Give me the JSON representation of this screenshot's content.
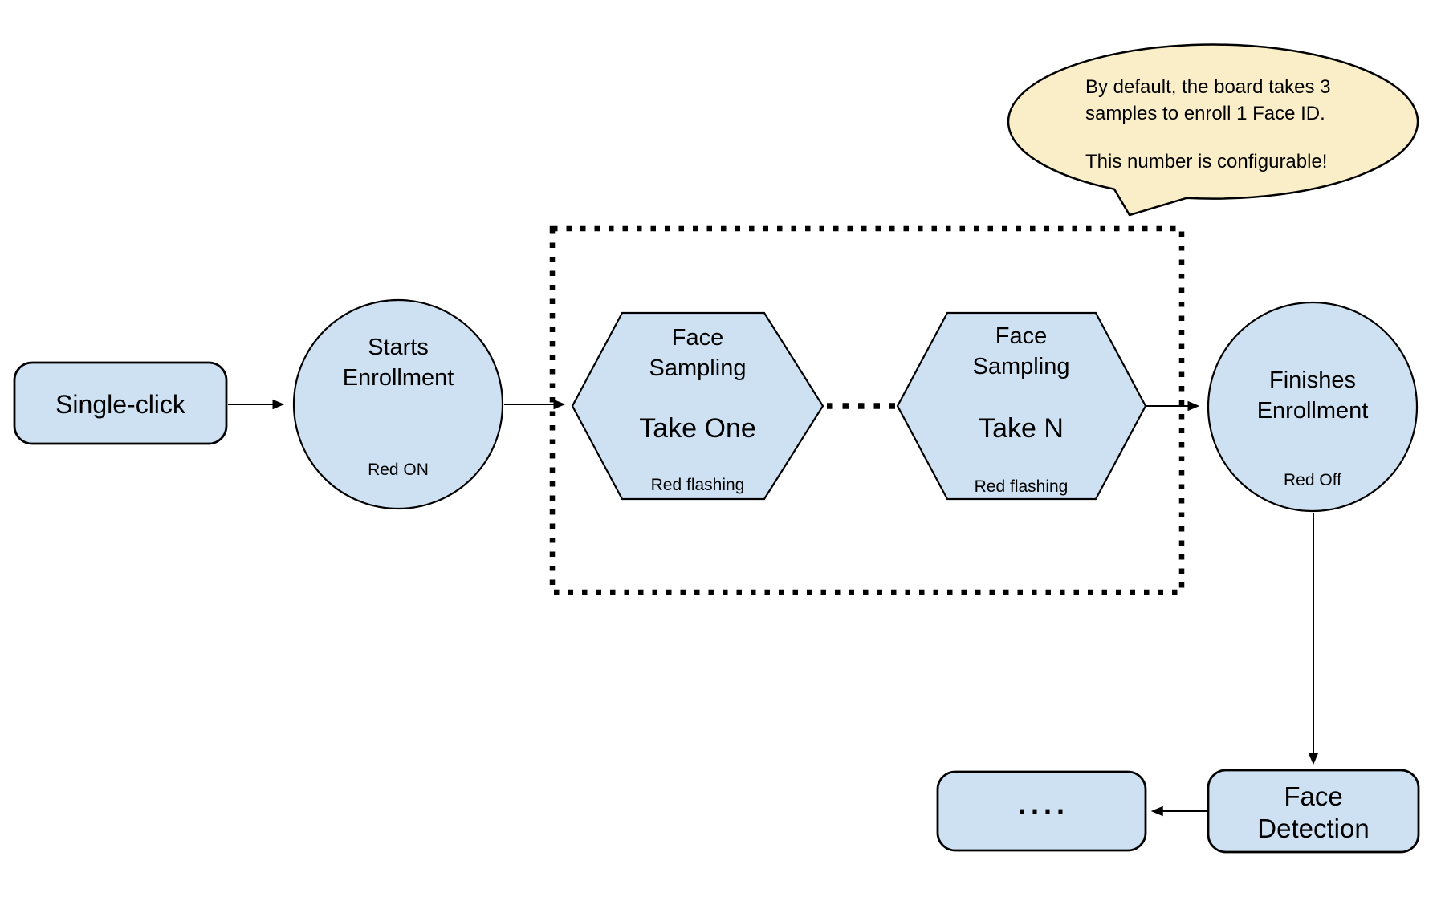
{
  "colors": {
    "node_fill": "#cee1f2",
    "callout_fill": "#faeec8",
    "stroke": "#000000",
    "background": "#ffffff"
  },
  "nodes": {
    "single_click": {
      "label": "Single-click"
    },
    "starts_enrollment": {
      "title_line1": "Starts",
      "title_line2": "Enrollment",
      "led_status": "Red ON"
    },
    "face_sampling_take_one": {
      "title_line1": "Face",
      "title_line2": "Sampling",
      "take_label": "Take One",
      "led_status": "Red flashing"
    },
    "face_sampling_take_n": {
      "title_line1": "Face",
      "title_line2": "Sampling",
      "take_label": "Take N",
      "led_status": "Red flashing"
    },
    "finishes_enrollment": {
      "title_line1": "Finishes",
      "title_line2": "Enrollment",
      "led_status": "Red Off"
    },
    "face_detection": {
      "title_line1": "Face",
      "title_line2": "Detection"
    },
    "continuation": {
      "label": "...."
    }
  },
  "callout": {
    "line1": "By default, the board takes 3",
    "line2": "samples to enroll 1 Face ID.",
    "line3": "This number is configurable!"
  }
}
